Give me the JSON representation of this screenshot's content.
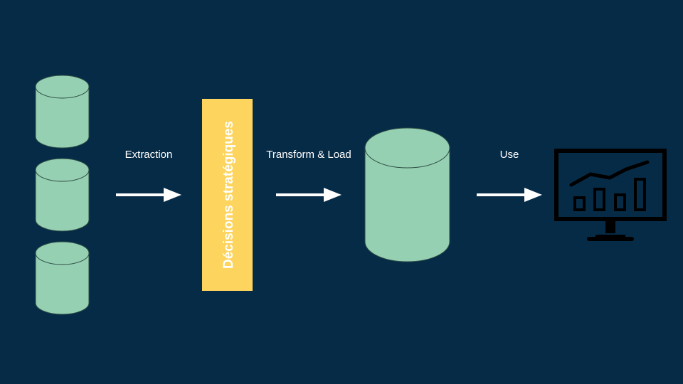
{
  "steps": {
    "extraction": "Extraction",
    "transform_load": "Transform & Load",
    "use": "Use"
  },
  "decision_band": {
    "label": "Décisions stratégiques"
  },
  "sources": [
    {
      "name": "source-database-1"
    },
    {
      "name": "source-database-2"
    },
    {
      "name": "source-database-3"
    }
  ],
  "icons": {
    "sources": "database-icon",
    "warehouse": "database-icon",
    "dashboard": "monitor-chart-icon",
    "arrow": "arrow-right-icon"
  },
  "colors": {
    "background": "#062b47",
    "database_fill": "#96d0b2",
    "database_stroke": "#2d4d45",
    "band_fill": "#fcd45e",
    "text": "#ffffff",
    "arrow": "#ffffff",
    "monitor": "#000000"
  }
}
